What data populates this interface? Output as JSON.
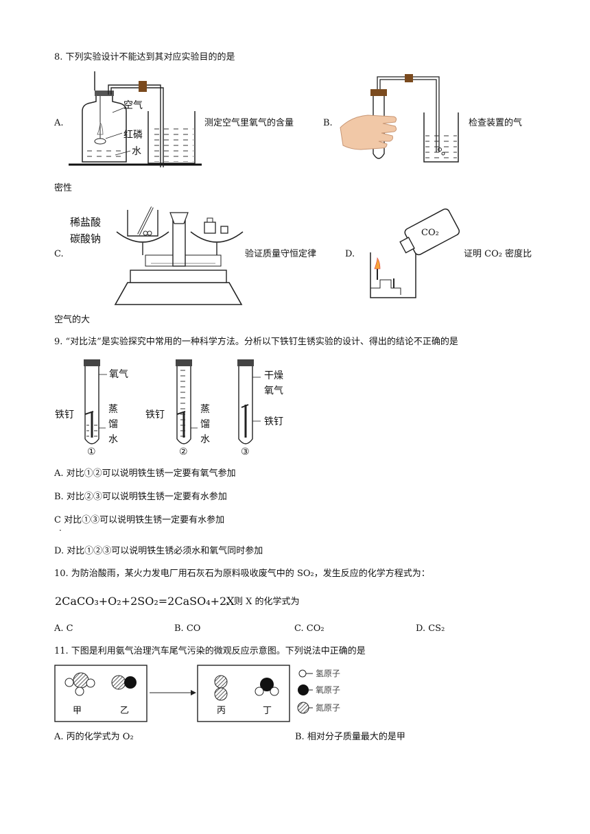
{
  "q8": {
    "stem": "8. 下列实验设计不能达到其对应实验目的的是",
    "A": {
      "letter": "A.",
      "desc": "测定空气里氧气的含量",
      "labels": [
        "空气",
        "红磷",
        "水"
      ]
    },
    "B": {
      "letter": "B.",
      "desc": "检查装置的气",
      "desc_cont": "密性"
    },
    "C": {
      "letter": "C.",
      "desc": "验证质量守恒定律",
      "labels": [
        "稀盐酸",
        "碳酸钠"
      ]
    },
    "D": {
      "letter": "D.",
      "desc": "证明 CO₂ 密度比",
      "desc_cont": "空气的大",
      "bottle_label": "CO₂"
    }
  },
  "q9": {
    "stem": "9. “对比法”是实验探究中常用的一种科学方法。分析以下铁钉生锈实验的设计、得出的结论不正确的是",
    "tube_labels": {
      "t1_gas": "氧气",
      "t1_nail": "铁钉",
      "t1_water": [
        "蒸",
        "馏",
        "水"
      ],
      "t1_num": "①",
      "t2_nail": "铁钉",
      "t2_water": [
        "蒸",
        "馏",
        "水"
      ],
      "t2_num": "②",
      "t3_gas": [
        "干燥",
        "氧气"
      ],
      "t3_nail": "铁钉",
      "t3_num": "③"
    },
    "options": [
      "A. 对比①②可以说明铁生锈一定要有氧气参加",
      "B. 对比②③可以说明铁生锈一定要有水参加",
      "C  对比①③可以说明铁生锈一定要有水参加",
      "D. 对比①②③可以说明铁生锈必须水和氧气同时参加"
    ],
    "option_c_dot": "."
  },
  "q10": {
    "stem": "10. 为防治酸雨，某火力发电厂用石灰石为原料吸收废气中的 SO₂，发生反应的化学方程式为：",
    "equation": "2CaCO₃+O₂+2SO₂=2CaSO₄+2X",
    "equation_tail": "，则 X 的化学式为",
    "options": [
      "A. C",
      "B. CO",
      "C. CO₂",
      "D. CS₂"
    ]
  },
  "q11": {
    "stem": "11. 下图是利用氨气治理汽车尾气污染的微观反应示意图。下列说法中正确的是",
    "reactants": [
      "甲",
      "乙"
    ],
    "products": [
      "丙",
      "丁"
    ],
    "legend": [
      "氢原子",
      "氧原子",
      "氮原子"
    ],
    "options": [
      "A. 丙的化学式为 O₂",
      "B. 相对分子质量最大的是甲"
    ]
  }
}
